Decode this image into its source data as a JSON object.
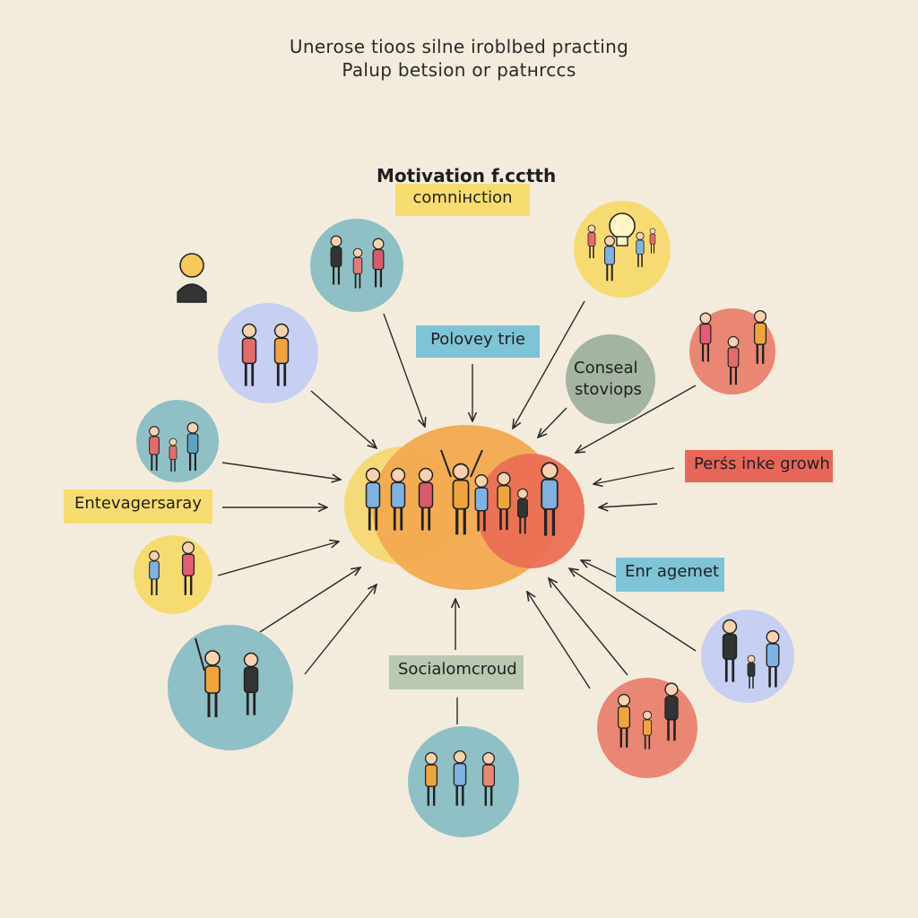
{
  "header": {
    "line1": "Unerose tioos silne iroblbed practing",
    "line2": "Palup betsion or patнrccs"
  },
  "center": {
    "title": "Motivation f.cctth",
    "subtitle": "comnінction"
  },
  "labels": {
    "policy": "Polovey trie",
    "conseal_line1": "Conseal",
    "conseal_line2": "stoviops",
    "growth": "Perśs inke growh",
    "engagement": "Enr agemet",
    "social": "Socialomcroud",
    "left": "Entevagersaray"
  },
  "colors": {
    "background": "#f3ecdc",
    "yellow_box": "#f7dd6f",
    "blue_box": "#7fc3d6",
    "red_box": "#e8655a",
    "green_circle": "#a3b4a0",
    "sage_box": "#b9c8b1",
    "teal_circle": "#8fc0c5",
    "lavender_circle": "#c7d0f2",
    "yellow_circle": "#f6db73",
    "coral_circle": "#e98674",
    "orange_core": "#f0a84a"
  }
}
